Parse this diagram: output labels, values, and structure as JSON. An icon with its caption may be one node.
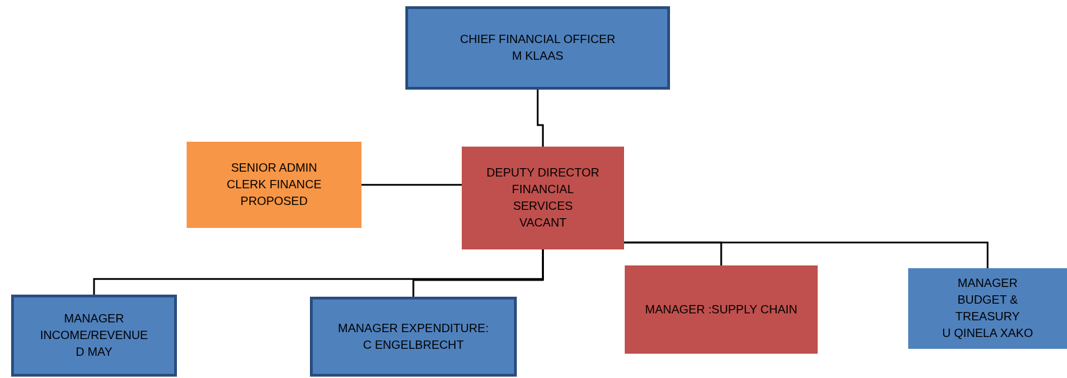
{
  "diagram": {
    "nodes": [
      {
        "text": [
          "CHIEF FINANCIAL OFFICER",
          "M KLAAS"
        ]
      },
      {
        "text": [
          "SENIOR ADMIN CLERK FINANCE",
          "PROPOSED"
        ]
      },
      {
        "text": [
          "DEPUTY DIRECTOR FINANCIAL SERVICES",
          "VACANT"
        ]
      },
      {
        "text": [
          "MANAGER INCOME/REVENUE",
          "D MAY"
        ]
      },
      {
        "text": [
          "MANAGER EXPENDITURE:",
          "C ENGELBRECHT"
        ]
      },
      {
        "text": [
          "MANAGER :SUPPLY CHAIN"
        ]
      },
      {
        "text": [
          "MANAGER BUDGET & TREASURY",
          "U QINELA XAKO"
        ]
      }
    ],
    "edges": [
      {
        "from": 0,
        "to": 2,
        "arrow": "none"
      },
      {
        "from": 1,
        "to": 2,
        "arrow": "none"
      },
      {
        "from": 2,
        "to": 3,
        "arrow": "none"
      },
      {
        "from": 2,
        "to": 4,
        "arrow": "none"
      },
      {
        "from": 2,
        "to": 5,
        "arrow": "none"
      },
      {
        "from": 2,
        "to": 6,
        "arrow": "none"
      }
    ]
  }
}
